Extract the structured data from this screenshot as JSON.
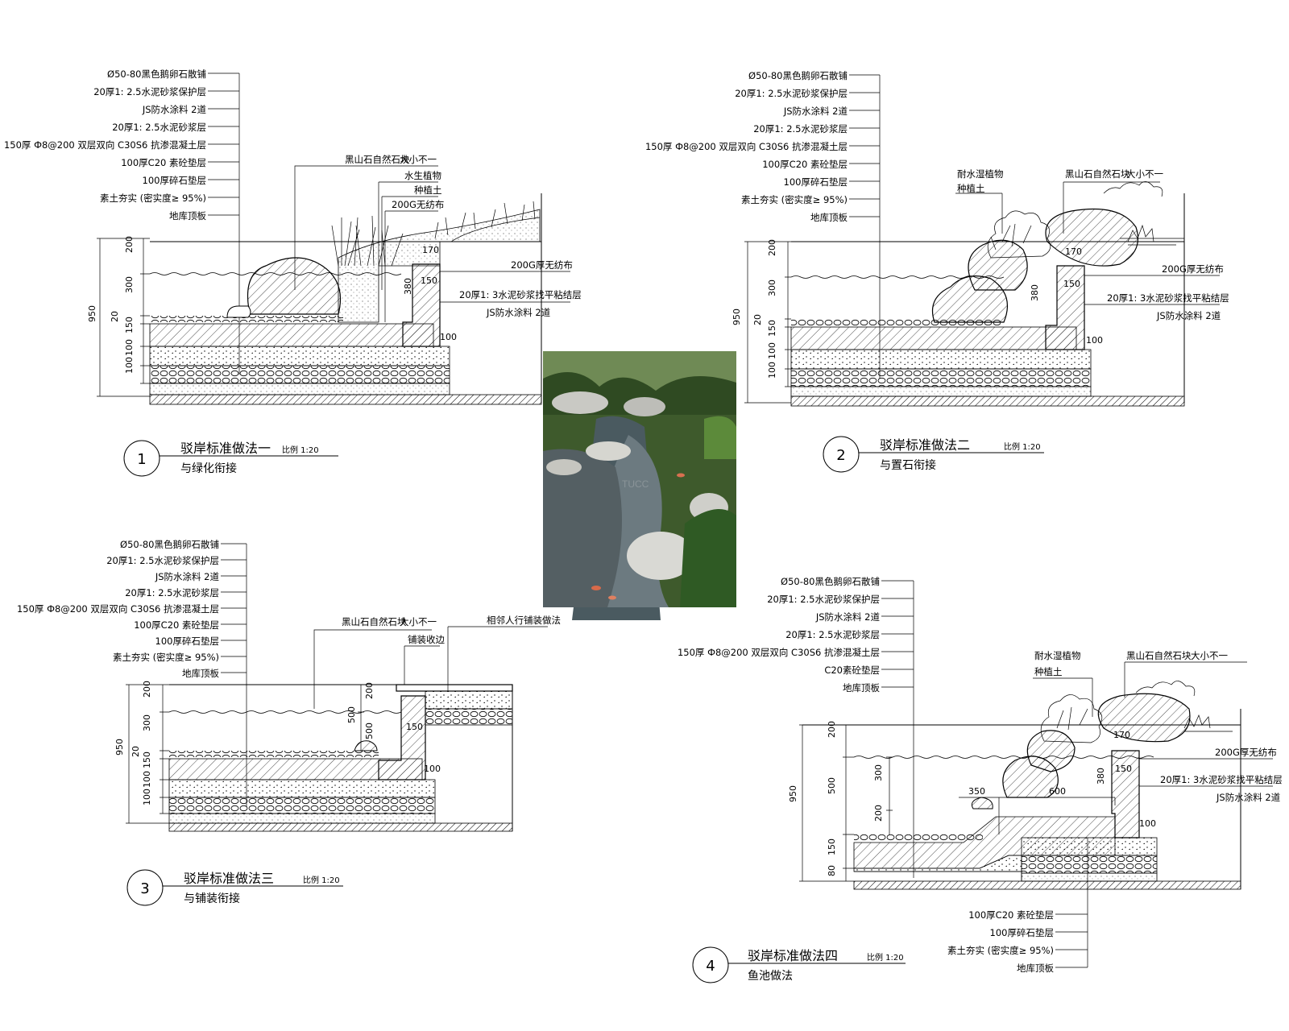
{
  "photo": {
    "watermark": "TUCC"
  },
  "sections": [
    {
      "number": "1",
      "title": "驳岸标准做法一",
      "scale": "比例 1:20",
      "subtitle": "与绿化衔接",
      "layers": [
        "Ø50-80黑色鹅卵石散铺",
        "20厚1: 2.5水泥砂浆保护层",
        "JS防水涂料 2道",
        "20厚1: 2.5水泥砂浆层",
        "150厚 Ф8@200 双层双向 C30S6 抗渗混凝土层",
        "100厚C20 素砼垫层",
        "100厚碎石垫层",
        "素土夯实 (密实度≥ 95%)",
        "地库顶板"
      ],
      "callouts": [
        "黑山石自然石块",
        "大小不一",
        "水生植物",
        "种植土",
        "200G无纺布",
        "200G厚无纺布",
        "20厚1: 3水泥砂浆找平粘结层",
        "JS防水涂料 2道"
      ],
      "dims": [
        "200",
        "300",
        "950",
        "20",
        "150",
        "100",
        "100",
        "170",
        "380",
        "150",
        "100"
      ]
    },
    {
      "number": "2",
      "title": "驳岸标准做法二",
      "scale": "比例 1:20",
      "subtitle": "与置石衔接",
      "layers": [
        "Ø50-80黑色鹅卵石散铺",
        "20厚1: 2.5水泥砂浆保护层",
        "JS防水涂料 2道",
        "20厚1: 2.5水泥砂浆层",
        "150厚 Ф8@200 双层双向 C30S6 抗渗混凝土层",
        "100厚C20 素砼垫层",
        "100厚碎石垫层",
        "素土夯实 (密实度≥ 95%)",
        "地库顶板"
      ],
      "callouts": [
        "耐水湿植物",
        "种植土",
        "黑山石自然石块",
        "大小不一",
        "200G厚无纺布",
        "20厚1: 3水泥砂浆找平粘结层",
        "JS防水涂料 2道"
      ],
      "dims": [
        "200",
        "300",
        "950",
        "20",
        "150",
        "100",
        "100",
        "170",
        "380",
        "150",
        "100"
      ]
    },
    {
      "number": "3",
      "title": "驳岸标准做法三",
      "scale": "比例 1:20",
      "subtitle": "与铺装衔接",
      "layers": [
        "Ø50-80黑色鹅卵石散铺",
        "20厚1: 2.5水泥砂浆保护层",
        "JS防水涂料 2道",
        "20厚1: 2.5水泥砂浆层",
        "150厚 Ф8@200 双层双向 C30S6 抗渗混凝土层",
        "100厚C20 素砼垫层",
        "100厚碎石垫层",
        "素土夯实 (密实度≥ 95%)",
        "地库顶板"
      ],
      "callouts": [
        "黑山石自然石块",
        "大小不一",
        "铺装收边",
        "相邻人行铺装做法"
      ],
      "dims": [
        "200",
        "300",
        "950",
        "20",
        "150",
        "100",
        "100",
        "200",
        "500",
        "500",
        "150",
        "100"
      ]
    },
    {
      "number": "4",
      "title": "驳岸标准做法四",
      "scale": "比例 1:20",
      "subtitle": "鱼池做法",
      "layers": [
        "Ø50-80黑色鹅卵石散铺",
        "20厚1: 2.5水泥砂浆保护层",
        "JS防水涂料 2道",
        "20厚1: 2.5水泥砂浆层",
        "150厚 Ф8@200 双层双向 C30S6 抗渗混凝土层",
        "C20素砼垫层",
        "地库顶板"
      ],
      "layers_bottom": [
        "100厚C20 素砼垫层",
        "100厚碎石垫层",
        "素土夯实 (密实度≥ 95%)",
        "地库顶板"
      ],
      "callouts": [
        "耐水湿植物",
        "种植土",
        "黑山石自然石块",
        "大小不一",
        "200G厚无纺布",
        "20厚1: 3水泥砂浆找平粘结层",
        "JS防水涂料 2道"
      ],
      "dims": [
        "200",
        "500",
        "950",
        "300",
        "200",
        "350",
        "600",
        "170",
        "380",
        "150",
        "100",
        "80",
        "150"
      ]
    }
  ]
}
